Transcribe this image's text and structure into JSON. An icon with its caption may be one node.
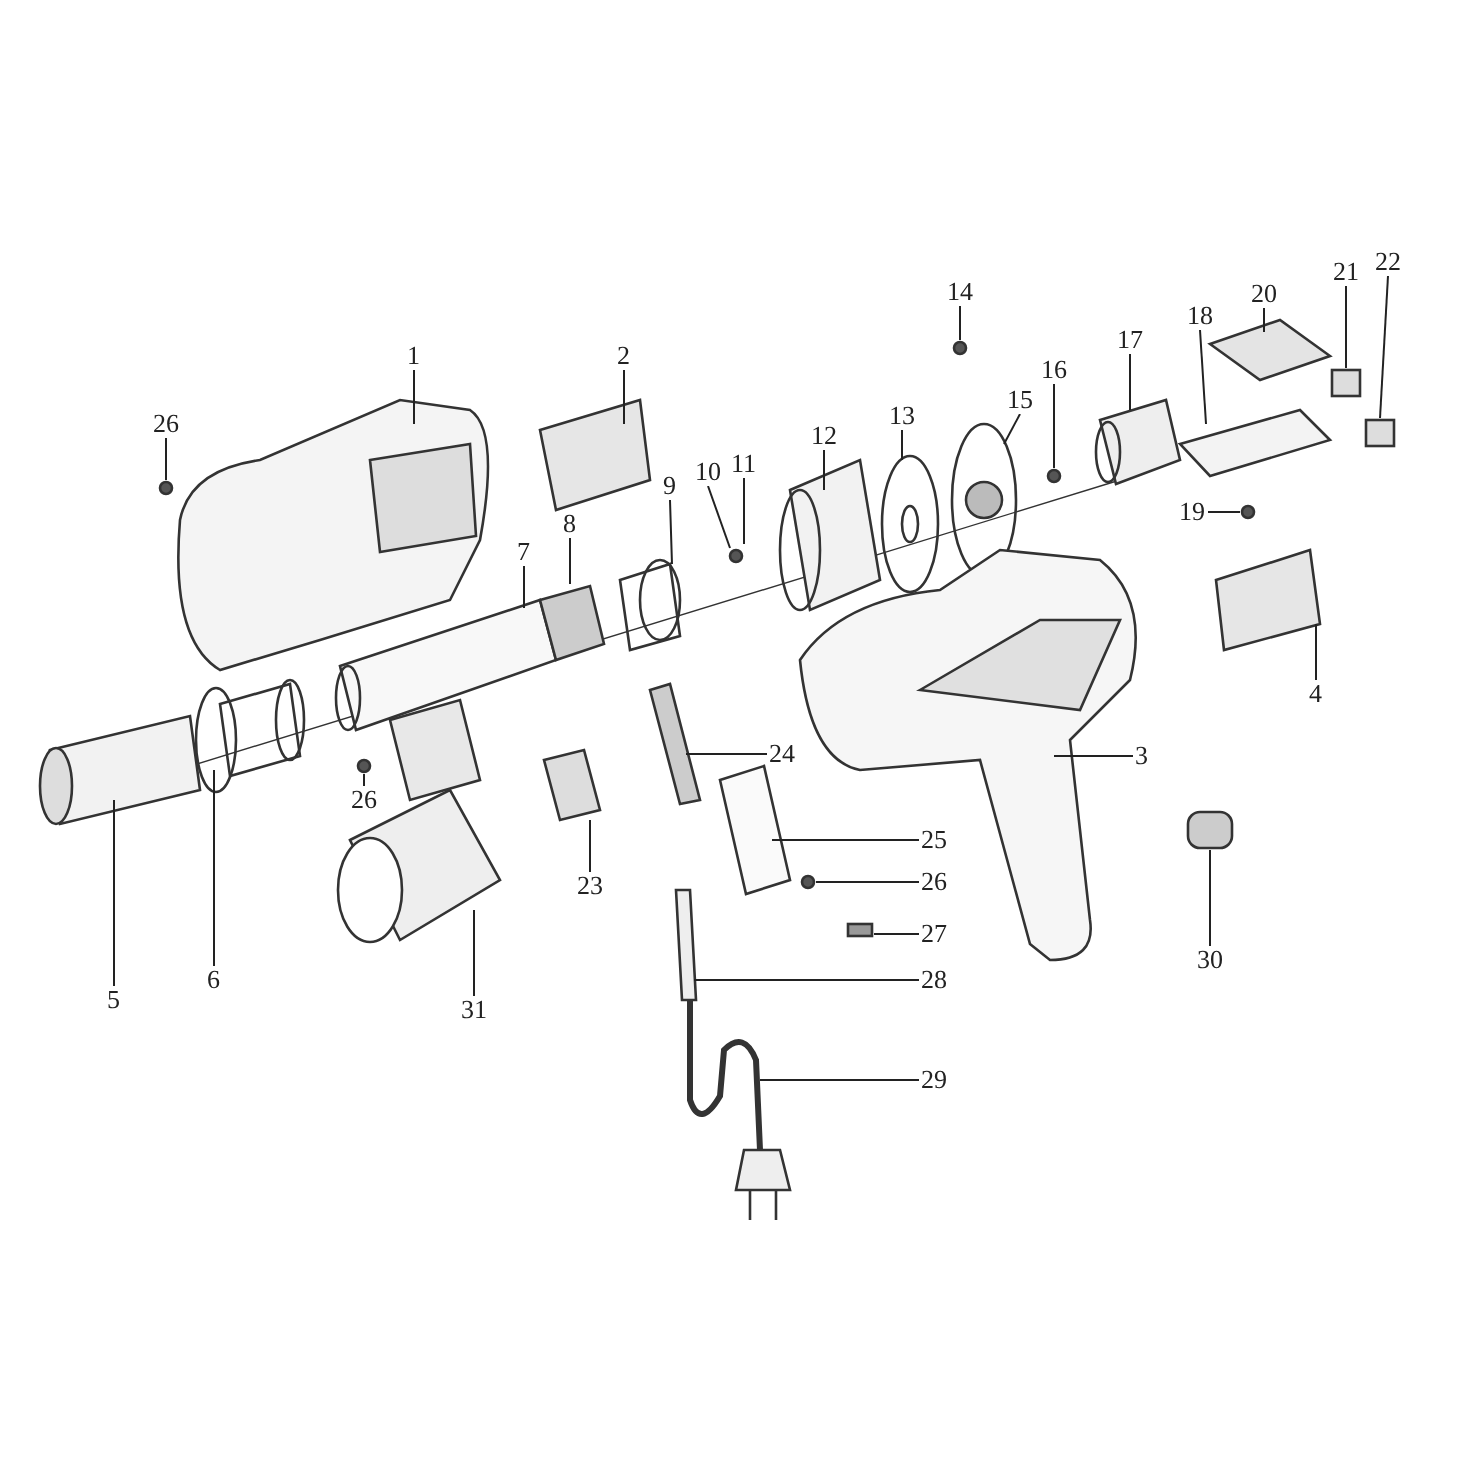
{
  "diagram": {
    "nodes": [
      {
        "text": [
          "1"
        ]
      },
      {
        "text": [
          "2"
        ]
      },
      {
        "text": [
          "26"
        ]
      },
      {
        "text": [
          "8"
        ]
      },
      {
        "text": [
          "7"
        ]
      },
      {
        "text": [
          "9"
        ]
      },
      {
        "text": [
          "10"
        ]
      },
      {
        "text": [
          "11"
        ]
      },
      {
        "text": [
          "12"
        ]
      },
      {
        "text": [
          "13"
        ]
      },
      {
        "text": [
          "14"
        ]
      },
      {
        "text": [
          "15"
        ]
      },
      {
        "text": [
          "16"
        ]
      },
      {
        "text": [
          "17"
        ]
      },
      {
        "text": [
          "18"
        ]
      },
      {
        "text": [
          "20"
        ]
      },
      {
        "text": [
          "21"
        ]
      },
      {
        "text": [
          "22"
        ]
      },
      {
        "text": [
          "19"
        ]
      },
      {
        "text": [
          "4"
        ]
      },
      {
        "text": [
          "24"
        ]
      },
      {
        "text": [
          "3"
        ]
      },
      {
        "text": [
          "25"
        ]
      },
      {
        "text": [
          "26"
        ]
      },
      {
        "text": [
          "27"
        ]
      },
      {
        "text": [
          "28"
        ]
      },
      {
        "text": [
          "29"
        ]
      },
      {
        "text": [
          "26"
        ]
      },
      {
        "text": [
          "23"
        ]
      },
      {
        "text": [
          "30"
        ]
      },
      {
        "text": [
          "5"
        ]
      },
      {
        "text": [
          "6"
        ]
      },
      {
        "text": [
          "31"
        ]
      }
    ],
    "edges": [
      {
        "from": 0,
        "to": null,
        "arrow": "none"
      },
      {
        "from": 1,
        "to": null,
        "arrow": "none"
      },
      {
        "from": 2,
        "to": null,
        "arrow": "none"
      },
      {
        "from": 3,
        "to": null,
        "arrow": "none"
      },
      {
        "from": 4,
        "to": null,
        "arrow": "none"
      },
      {
        "from": 5,
        "to": null,
        "arrow": "none"
      },
      {
        "from": 6,
        "to": null,
        "arrow": "none"
      },
      {
        "from": 7,
        "to": null,
        "arrow": "none"
      },
      {
        "from": 8,
        "to": null,
        "arrow": "none"
      },
      {
        "from": 9,
        "to": null,
        "arrow": "none"
      },
      {
        "from": 10,
        "to": null,
        "arrow": "none"
      },
      {
        "from": 11,
        "to": null,
        "arrow": "none"
      },
      {
        "from": 12,
        "to": null,
        "arrow": "none"
      },
      {
        "from": 13,
        "to": null,
        "arrow": "none"
      },
      {
        "from": 14,
        "to": null,
        "arrow": "none"
      },
      {
        "from": 15,
        "to": null,
        "arrow": "none"
      },
      {
        "from": 16,
        "to": null,
        "arrow": "none"
      },
      {
        "from": 17,
        "to": null,
        "arrow": "none"
      },
      {
        "from": 18,
        "to": null,
        "arrow": "none"
      },
      {
        "from": 19,
        "to": null,
        "arrow": "none"
      },
      {
        "from": 20,
        "to": null,
        "arrow": "none"
      },
      {
        "from": 21,
        "to": null,
        "arrow": "none"
      },
      {
        "from": 22,
        "to": null,
        "arrow": "none"
      },
      {
        "from": 23,
        "to": null,
        "arrow": "none"
      },
      {
        "from": 24,
        "to": null,
        "arrow": "none"
      },
      {
        "from": 25,
        "to": null,
        "arrow": "none"
      },
      {
        "from": 26,
        "to": null,
        "arrow": "none"
      },
      {
        "from": 27,
        "to": null,
        "arrow": "none"
      },
      {
        "from": 28,
        "to": null,
        "arrow": "none"
      },
      {
        "from": 29,
        "to": null,
        "arrow": "none"
      },
      {
        "from": 30,
        "to": null,
        "arrow": "none"
      },
      {
        "from": 31,
        "to": null,
        "arrow": "none"
      },
      {
        "from": 32,
        "to": null,
        "arrow": "none"
      }
    ]
  }
}
